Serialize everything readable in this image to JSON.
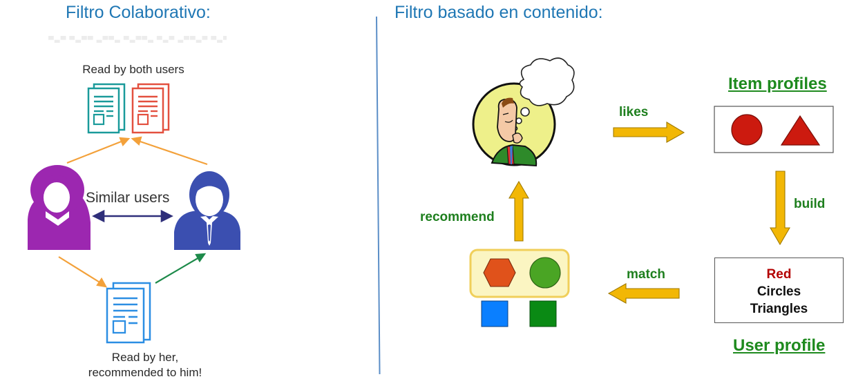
{
  "collab": {
    "title": "Filtro Colaborativo:",
    "top_caption": "Read by both users",
    "similar_label": "Similar users",
    "bottom_caption_line1": "Read by her,",
    "bottom_caption_line2": "recommended to him!"
  },
  "content": {
    "title": "Filtro basado en contenido:",
    "likes_label": "likes",
    "build_label": "build",
    "match_label": "match",
    "recommend_label": "recommend",
    "item_profiles_heading": "Item profiles",
    "user_profile_heading": "User profile",
    "user_profile_lines": [
      "Red",
      "Circles",
      "Triangles"
    ]
  },
  "colors": {
    "title_blue": "#1f77b4",
    "label_green": "#1e7f1e",
    "arrow_gold": "#f2b705",
    "doc_teal": "#1a9a9a",
    "doc_red": "#e3503f",
    "doc_blue": "#2b8ee3",
    "female_purple": "#9c27b0",
    "male_navy": "#3b4fb0",
    "shape_red": "#cc1a0f",
    "hexagon_orange": "#e0521b",
    "circle_green": "#4aa524",
    "square_blue": "#0a7fff",
    "square_green": "#0a8a14",
    "user_red_text": "#b30000"
  }
}
